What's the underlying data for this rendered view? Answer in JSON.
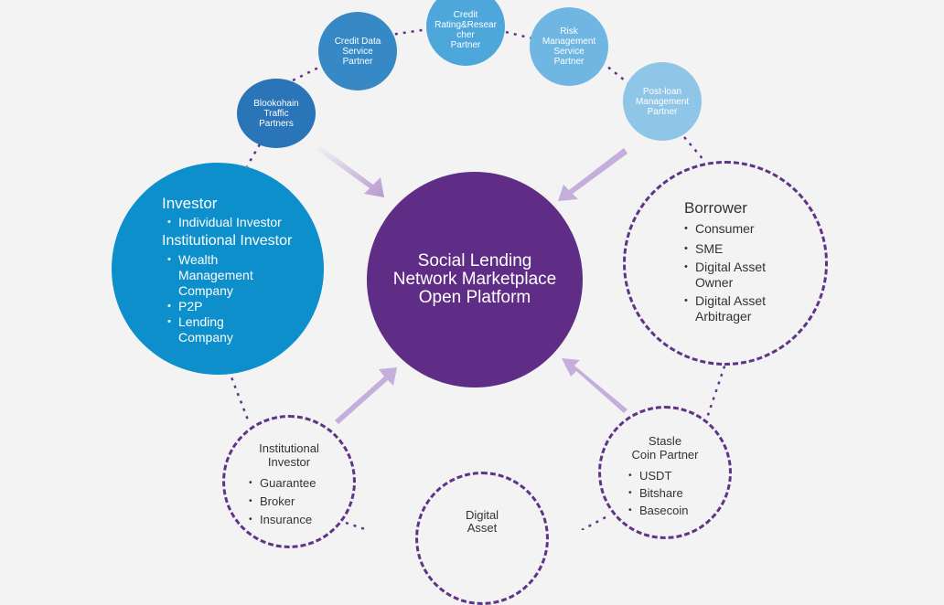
{
  "partners": {
    "blockchain": [
      "Blookohain",
      "Traffic",
      "Partners"
    ],
    "credit_data": [
      "Credit Data",
      "Service",
      "Partner"
    ],
    "credit_rating": [
      "Credit",
      "Rating&Resear",
      "cher",
      "Partner"
    ],
    "risk": [
      "Risk",
      "Management",
      "Service",
      "Partner"
    ],
    "post_loan": [
      "Post-loan",
      "Management",
      "Partner"
    ]
  },
  "center": {
    "lines": [
      "Social Lending",
      "Network Marketplace",
      "Open Platform"
    ]
  },
  "investor": {
    "title": "Investor",
    "individual": "Individual Investor",
    "institutional_title": "Institutional Investor",
    "items": [
      "Wealth Management Company",
      "P2P",
      "Lending Company"
    ]
  },
  "borrower": {
    "title": "Borrower",
    "items": [
      "Consumer",
      "SME",
      "Digital Asset Owner",
      "Digital Asset Arbitrager"
    ]
  },
  "institutional_investor": {
    "title_lines": [
      "Institutional",
      "Investor"
    ],
    "items": [
      "Guarantee",
      "Broker",
      "Insurance"
    ]
  },
  "stable_coin": {
    "title_lines": [
      "Stasle",
      "Coin Partner"
    ],
    "items": [
      "USDT",
      "Bitshare",
      "Basecoin"
    ]
  },
  "digital_asset": {
    "title_lines": [
      "Digital",
      "Asset"
    ]
  },
  "colors": {
    "purple": "#5f2d85",
    "blue_large": "#0d8fcc",
    "blue_dark": "#2a75b8",
    "blue_mid": "#3789c6",
    "blue_light": "#4ea7db",
    "blue_pale": "#70b6e2",
    "blue_palest": "#8fc6e7",
    "arrow": "#c9b6dc"
  }
}
